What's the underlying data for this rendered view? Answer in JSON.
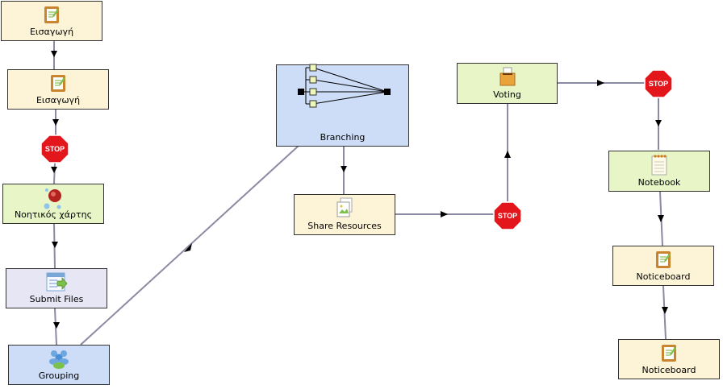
{
  "nodes": {
    "n1": {
      "label": "Εισαγωγή",
      "icon": "noticeboard-icon"
    },
    "n2": {
      "label": "Εισαγωγή",
      "icon": "noticeboard-icon"
    },
    "n3": {
      "label": "Νοητικός χάρτης",
      "icon": "mindmap-icon"
    },
    "n4": {
      "label": "Submit Files",
      "icon": "submit-files-icon"
    },
    "n5": {
      "label": "Grouping",
      "icon": "grouping-icon"
    },
    "n6": {
      "label": "Branching",
      "icon": "branching-icon"
    },
    "n7": {
      "label": "Share Resources",
      "icon": "share-resources-icon"
    },
    "n8": {
      "label": "Voting",
      "icon": "voting-icon"
    },
    "n9": {
      "label": "Notebook",
      "icon": "notebook-icon"
    },
    "n10": {
      "label": "Noticeboard",
      "icon": "noticeboard-icon"
    },
    "n11": {
      "label": "Noticeboard",
      "icon": "noticeboard-icon"
    }
  },
  "stop_label": "STOP",
  "colors": {
    "cream": "#fdf3d6",
    "green": "#e8f6c7",
    "lavender": "#e6e6f5",
    "blue": "#cddcf7",
    "edge": "#8a8aa3",
    "stop": "#e3161c"
  }
}
